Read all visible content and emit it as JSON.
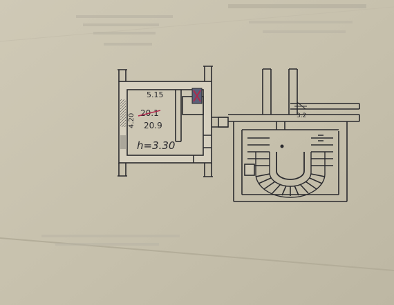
{
  "labels": {
    "width": "5.15",
    "side": "4.20",
    "area_old": "20.1",
    "area": "20.9",
    "height": "h=3.30",
    "corridor": "3.2"
  },
  "colors": {
    "paper": "#c9c3b0",
    "ink": "#2a2a2e",
    "wall_fill": "#d6d0bf",
    "stamp": "#7a3b57",
    "strike": "#b0284b"
  }
}
